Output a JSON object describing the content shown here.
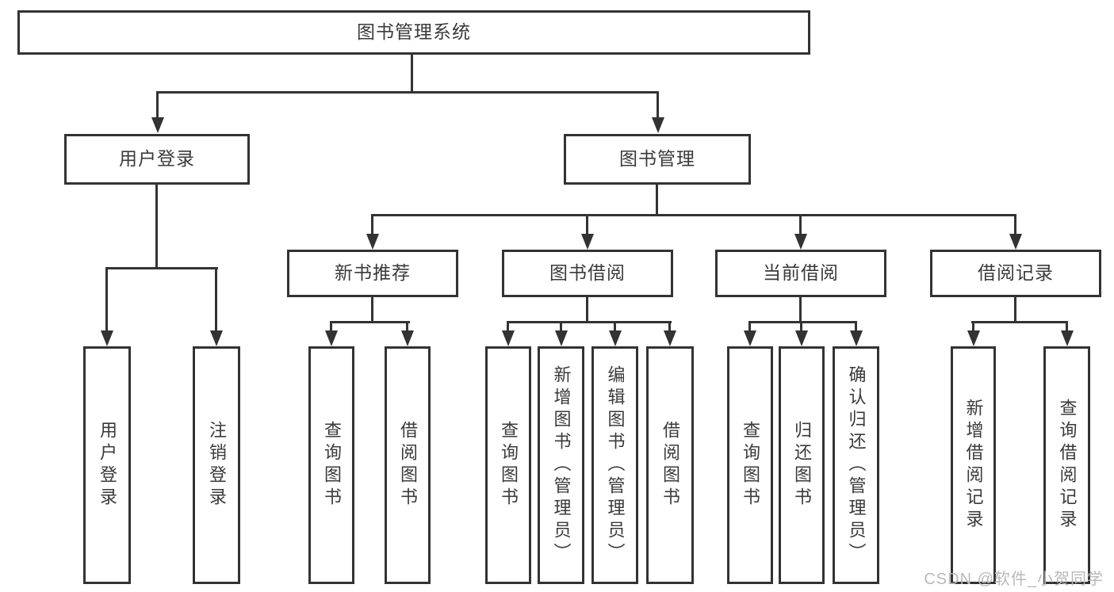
{
  "diagram": {
    "root": {
      "label": "图书管理系统"
    },
    "level2": {
      "user_login": {
        "label": "用户登录"
      },
      "book_management": {
        "label": "图书管理"
      }
    },
    "level3": {
      "new_book_recommend": {
        "label": "新书推荐"
      },
      "book_borrowing": {
        "label": "图书借阅"
      },
      "current_borrowing": {
        "label": "当前借阅"
      },
      "borrowing_records": {
        "label": "借阅记录"
      }
    },
    "leaves": {
      "user_login": [
        "用户登录",
        "注销登录"
      ],
      "new_book_recommend": [
        "查询图书",
        "借阅图书"
      ],
      "book_borrowing": [
        "查询图书",
        "新增图书（管理员）",
        "编辑图书（管理员）",
        "借阅图书"
      ],
      "current_borrowing": [
        "查询图书",
        "归还图书",
        "确认归还（管理员）"
      ],
      "borrowing_records": [
        "新增借阅记录",
        "查询借阅记录"
      ]
    },
    "watermark": "CSDN @软件_小贺同学"
  },
  "colors": {
    "line": "#333333",
    "text": "#3a3a3a",
    "watermark": "#b9b9b9",
    "background": "#ffffff"
  }
}
